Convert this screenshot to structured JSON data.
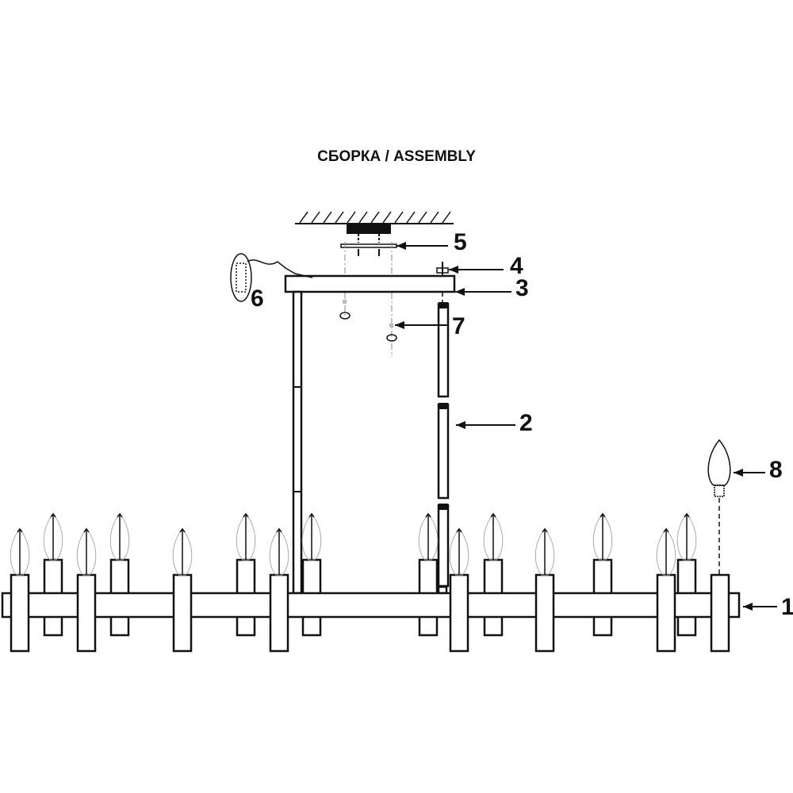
{
  "title": "СБОРКА / ASSEMBLY",
  "callouts": {
    "c1": "1",
    "c2": "2",
    "c3": "3",
    "c4": "4",
    "c5": "5",
    "c6": "6",
    "c7": "7",
    "c8": "8"
  }
}
